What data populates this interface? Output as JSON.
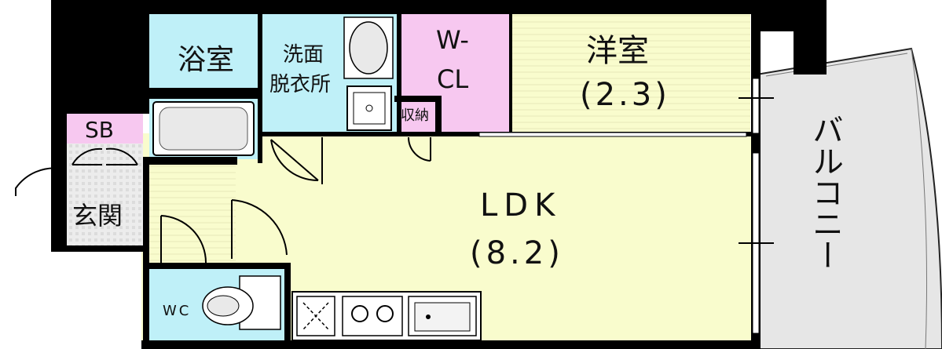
{
  "rooms": {
    "bath": "浴室",
    "washroom_line1": "洗面",
    "washroom_line2": "脱衣所",
    "wcl_line1": "W-",
    "wcl_line2": "CL",
    "western_name": "洋室",
    "western_size": "(2.3)",
    "storage": "収納",
    "sb": "SB",
    "entrance": "玄関",
    "ldk_name": "LDK",
    "ldk_size": "(8.2)",
    "wc": "WC",
    "balcony": "バルコニー"
  },
  "colors": {
    "wet_area": "#bff0f8",
    "closet": "#f7c8f0",
    "living": "#f9fccd",
    "wall": "#000000",
    "balcony": "#e6e6e6"
  }
}
